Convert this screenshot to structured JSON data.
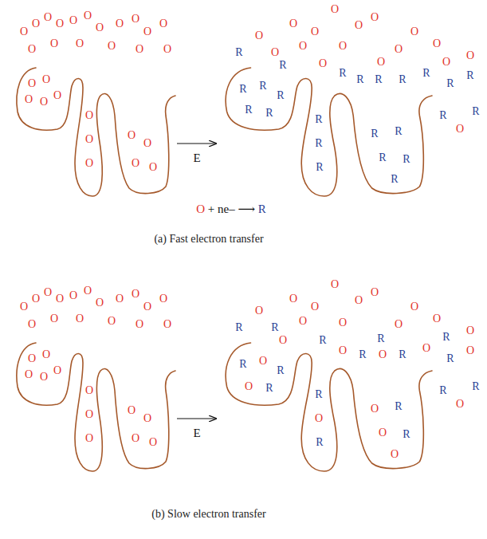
{
  "diagram": {
    "labels": [
      "O",
      "O",
      "O",
      "O",
      "O",
      "O",
      "O",
      "O",
      "O",
      "O",
      "O",
      "O",
      "O",
      "O",
      "O",
      "O",
      "O",
      "O",
      "O",
      "O",
      "O",
      "O",
      "O",
      "O",
      "O",
      "O",
      "O",
      "O",
      "O",
      "E",
      "O",
      "O",
      "O",
      "O",
      "O",
      "O",
      "O",
      "O",
      "O",
      "O",
      "O",
      "O",
      "O",
      "O",
      "O",
      "O",
      "R",
      "R",
      "R",
      "R",
      "R",
      "R",
      "R",
      "R",
      "R",
      "R",
      "R",
      "R",
      "R",
      "R",
      "R",
      "R",
      "R",
      "R",
      "R",
      "R",
      "R",
      "R",
      "R",
      "O",
      "R",
      "O + ne– ⟶ R",
      "(a) Fast electron transfer",
      "O",
      "O",
      "O",
      "O",
      "O",
      "O",
      "O",
      "O",
      "O",
      "O",
      "O",
      "O",
      "O",
      "O",
      "O",
      "O",
      "O",
      "O",
      "O",
      "O",
      "O",
      "O",
      "O",
      "O",
      "O",
      "O",
      "O",
      "O",
      "O",
      "E",
      "O",
      "O",
      "O",
      "O",
      "O",
      "O",
      "O",
      "O",
      "O",
      "O",
      "O",
      "O",
      "R",
      "R",
      "R",
      "R",
      "O",
      "R",
      "O",
      "R",
      "O",
      "R",
      "O",
      "R",
      "O",
      "R",
      "O",
      "R",
      "O",
      "R",
      "R",
      "O",
      "R",
      "O",
      "R",
      "O",
      "R",
      "O",
      "R",
      "O",
      "R",
      "(b) Slow electron transfer"
    ]
  }
}
